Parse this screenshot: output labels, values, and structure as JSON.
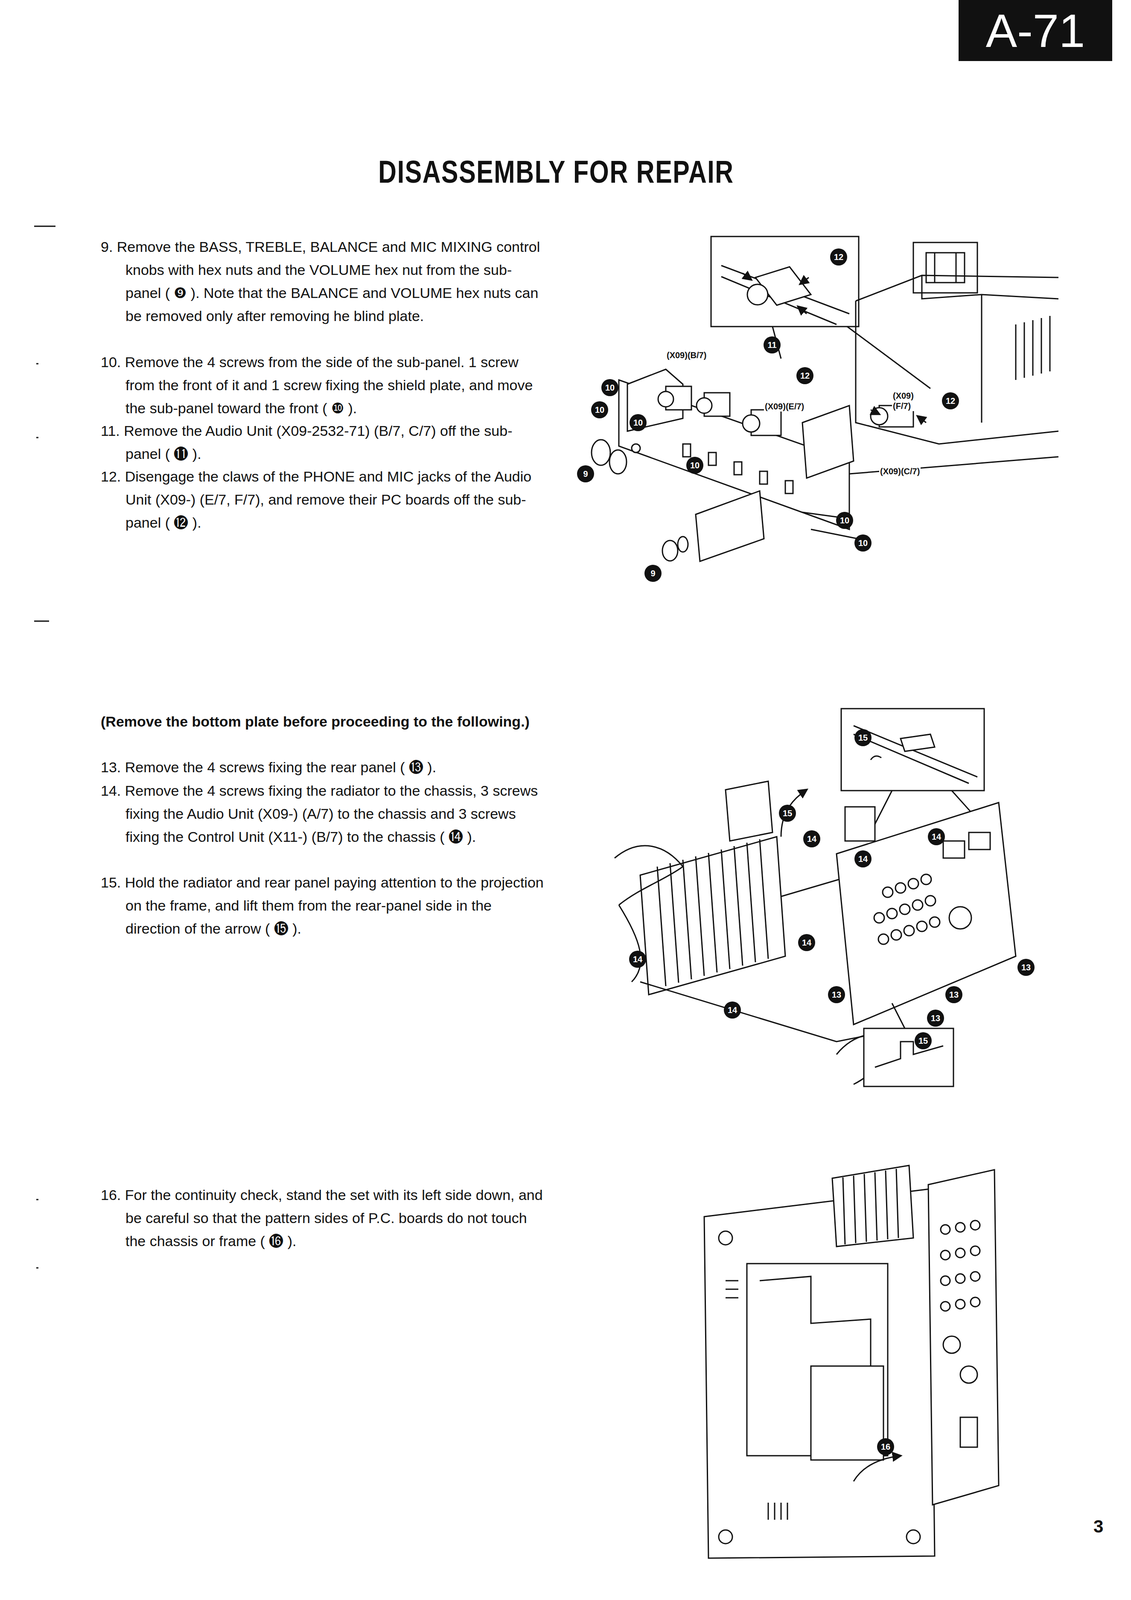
{
  "diagram": {
    "title": "DISASSEMBLY FOR REPAIR",
    "nodes": [
      {
        "text": [
          "A-71"
        ]
      }
    ],
    "labels": [
      "9. Remove the BASS, TREBLE, BALANCE and MIC MIXING control knobs with hex nuts and the VOLUME hex nut from the sub-panel ( ❾ ). Note that the BALANCE and VOLUME hex nuts can be removed only after removing he blind plate.",
      "10. Remove the 4 screws from the side of the sub-panel. 1 screw from the front of it and 1 screw fixing the shield plate, and move the sub-panel toward the front ( ❿ ).",
      "11. Remove the Audio Unit (X09-2532-71) (B/7, C/7) off the sub-panel ( ⓫ ).",
      "12. Disengage the claws of the PHONE and MIC jacks of the Audio Unit (X09-) (E/7, F/7), and remove their PC boards off the sub-panel ( ⓬ ).",
      "(Remove the bottom plate before proceeding to the following.)",
      "13. Remove the 4 screws fixing the rear panel ( ⓭ ).",
      "14. Remove the 4 screws fixing the radiator to the chassis, 3 screws fixing the Audio Unit (X09-) (A/7) to the chassis and 3 screws fixing the Control Unit (X11-) (B/7) to the chassis ( ⓮ ).",
      "15. Hold the radiator and rear panel paying attention to the projection on the frame, and lift them from the rear-panel side in the direction of the arrow ( ⓯ ).",
      "16. For the continuity check, stand the set with its left side down, and be careful so that the pattern sides of P.C. boards do not touch the chassis or frame ( ⓰ ).",
      "3",
      "(X09)(B/7)",
      "(X09)(E/7)",
      "(X09) (F/7)",
      "(X09)(C/7)",
      "12",
      "11",
      "12",
      "12",
      "10",
      "10",
      "10",
      "10",
      "9",
      "10",
      "10",
      "9",
      "15",
      "15",
      "14",
      "14",
      "14",
      "14",
      "14",
      "13",
      "13",
      "14",
      "13",
      "13",
      "15",
      "16"
    ]
  }
}
